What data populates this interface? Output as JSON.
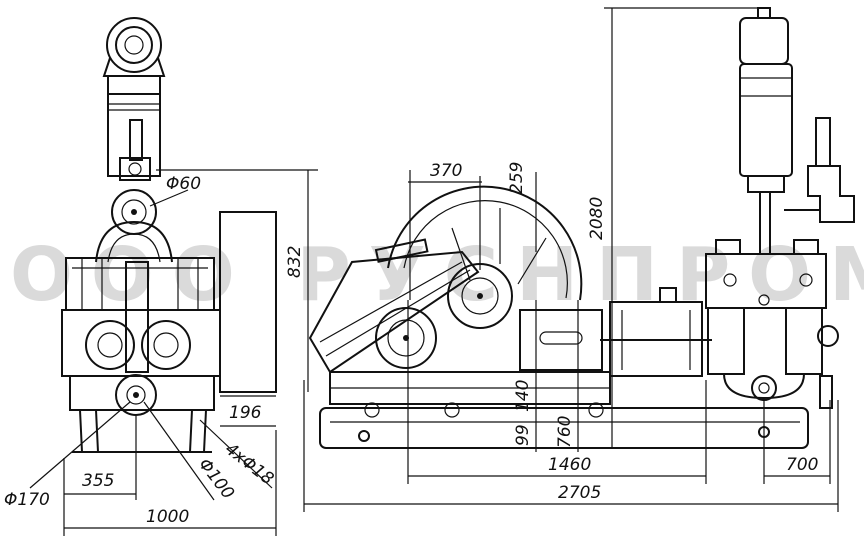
{
  "watermark": "ООО РУСНПРОМ",
  "dimensions": {
    "d_phi60": "Φ60",
    "d_832": "832",
    "d_196": "196",
    "d_4x18": "4xΦ18",
    "d_phi170": "Φ170",
    "d_355": "355",
    "d_phi100": "Φ100",
    "d_1000": "1000",
    "d_370": "370",
    "d_259": "259",
    "d_2080": "2080",
    "d_140": "140",
    "d_99": "99",
    "d_760": "760",
    "d_1460": "1460",
    "d_700": "700",
    "d_2705": "2705"
  }
}
